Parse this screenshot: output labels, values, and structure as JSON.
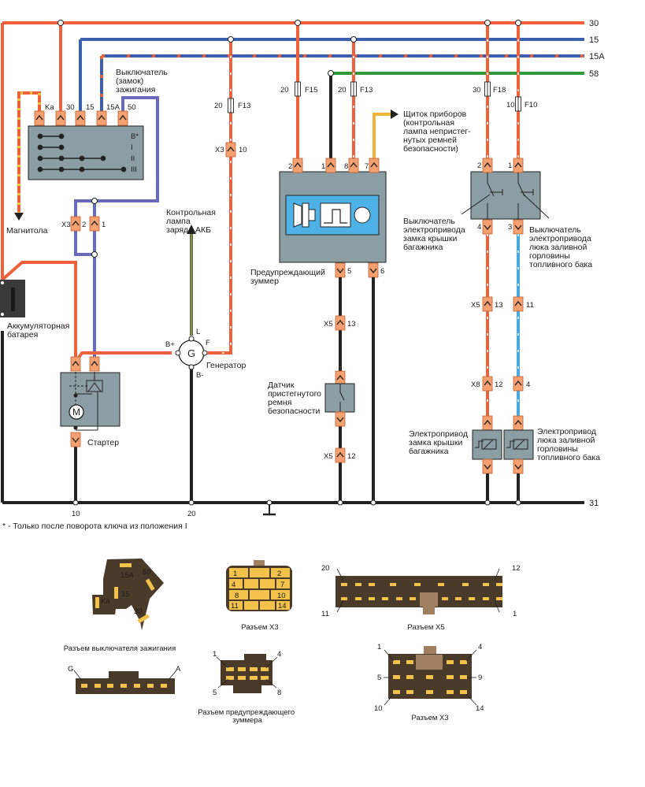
{
  "colors": {
    "red": "#f0603a",
    "blue": "#3d5fb0",
    "green": "#2e9a3a",
    "black": "#222222",
    "yellow": "#f0b43a",
    "violet": "#6a6ab8",
    "lightblue": "#4aa8e0",
    "olive": "#5a6a40",
    "connector": "#f4a070",
    "box": "#8a9ea4",
    "panel": "#4fb2e6",
    "plug": "#4a3a2a",
    "pinfill": "#f2c24a"
  },
  "buses": [
    {
      "id": "30",
      "label": "30"
    },
    {
      "id": "15",
      "label": "15"
    },
    {
      "id": "15A",
      "label": "15A"
    },
    {
      "id": "58",
      "label": "58"
    },
    {
      "id": "31",
      "label": "31"
    }
  ],
  "ignition_switch": {
    "title_lines": [
      "Выключатель",
      "(замок)",
      "зажигания"
    ],
    "pins": [
      "Ka",
      "30",
      "15",
      "15A",
      "50"
    ],
    "positions": [
      "B*",
      "I",
      "II",
      "III"
    ]
  },
  "radio": {
    "label": "Магнитола"
  },
  "x3_pair": {
    "connector": "X3",
    "pins": [
      "2",
      "1"
    ]
  },
  "battery": {
    "label_lines": [
      "Аккумуляторная",
      "батарея"
    ]
  },
  "starter": {
    "label": "Стартер",
    "motor_symbol": "M"
  },
  "generator": {
    "symbol": "G",
    "label": "Генератор",
    "terminals": [
      "L",
      "B+",
      "F",
      "B-"
    ]
  },
  "charge_lamp": {
    "label_lines": [
      "Контрольная",
      "лампа",
      "заряда АКБ"
    ]
  },
  "fuse_f13_gen": {
    "rating": "20",
    "name": "F13",
    "connector": "X3",
    "pin": "10"
  },
  "fuse_f15": {
    "rating": "20",
    "name": "F15"
  },
  "fuse_f13_buzz": {
    "rating": "20",
    "name": "F13"
  },
  "fuse_f18": {
    "rating": "30",
    "name": "F18"
  },
  "fuse_f10": {
    "rating": "10",
    "name": "F10"
  },
  "buzzer": {
    "label_lines": [
      "Предупреждающий",
      "зуммер"
    ],
    "pins_top": [
      "2",
      "1",
      "8",
      "7"
    ],
    "pins_bottom": [
      "5",
      "6"
    ]
  },
  "instrument_panel": {
    "label_lines": [
      "Щиток приборов",
      "(контрольная",
      "лампа непристег-",
      "нутых ремней",
      "безопасности)"
    ]
  },
  "belt_sensor": {
    "label_lines": [
      "Датчик",
      "пристегнутого",
      "ремня",
      "безопасности"
    ],
    "conn_top": {
      "connector": "X5",
      "pin": "13"
    },
    "conn_bottom": {
      "connector": "X5",
      "pin": "12"
    }
  },
  "switch_block": {
    "pins_top": [
      "2",
      "1"
    ],
    "pins_bottom": [
      "4",
      "3"
    ],
    "left_label_lines": [
      "Выключатель",
      "электропривода",
      "замка крышки",
      "багажника"
    ],
    "right_label_lines": [
      "Выключатель",
      "электропривода",
      "люка заливной",
      "горловины",
      "топливного бака"
    ]
  },
  "trunk_chain": {
    "c1": {
      "connector": "X5",
      "pin": "13"
    },
    "c2": {
      "connector": "X8",
      "pin": "12"
    }
  },
  "fuel_chain": {
    "c1": {
      "pin": "11"
    },
    "c2": {
      "pin": "4"
    }
  },
  "trunk_actuator": {
    "label_lines": [
      "Электропривод",
      "замка крышки",
      "багажника"
    ]
  },
  "fuel_actuator": {
    "label_lines": [
      "Электропривод",
      "люка заливной",
      "горловины",
      "топливного бака"
    ]
  },
  "ground_points": [
    "10",
    "20"
  ],
  "footnote": "* - Только после поворота ключа из положения I",
  "connectors": {
    "ign_plug": {
      "caption": "Разъем выключателя зажигания",
      "pins": [
        "15A",
        "50",
        "15",
        "Ka",
        "30"
      ]
    },
    "x3_top": {
      "caption": "Разъем X3",
      "cells": [
        "1",
        "2",
        "4",
        "7",
        "8",
        "10",
        "11",
        "14"
      ]
    },
    "x5": {
      "caption": "Разъем X5",
      "corners": [
        "20",
        "12",
        "11",
        "1"
      ]
    },
    "gen_plug": {
      "ends": [
        "G",
        "A"
      ]
    },
    "buzzer_plug": {
      "caption_lines": [
        "Разъем предупреждающего",
        "зуммера"
      ],
      "corners": [
        "1",
        "4",
        "5",
        "8"
      ]
    },
    "x3_bottom": {
      "caption": "Разъем X3",
      "corners": [
        "1",
        "4",
        "5",
        "9",
        "10",
        "14"
      ]
    }
  }
}
